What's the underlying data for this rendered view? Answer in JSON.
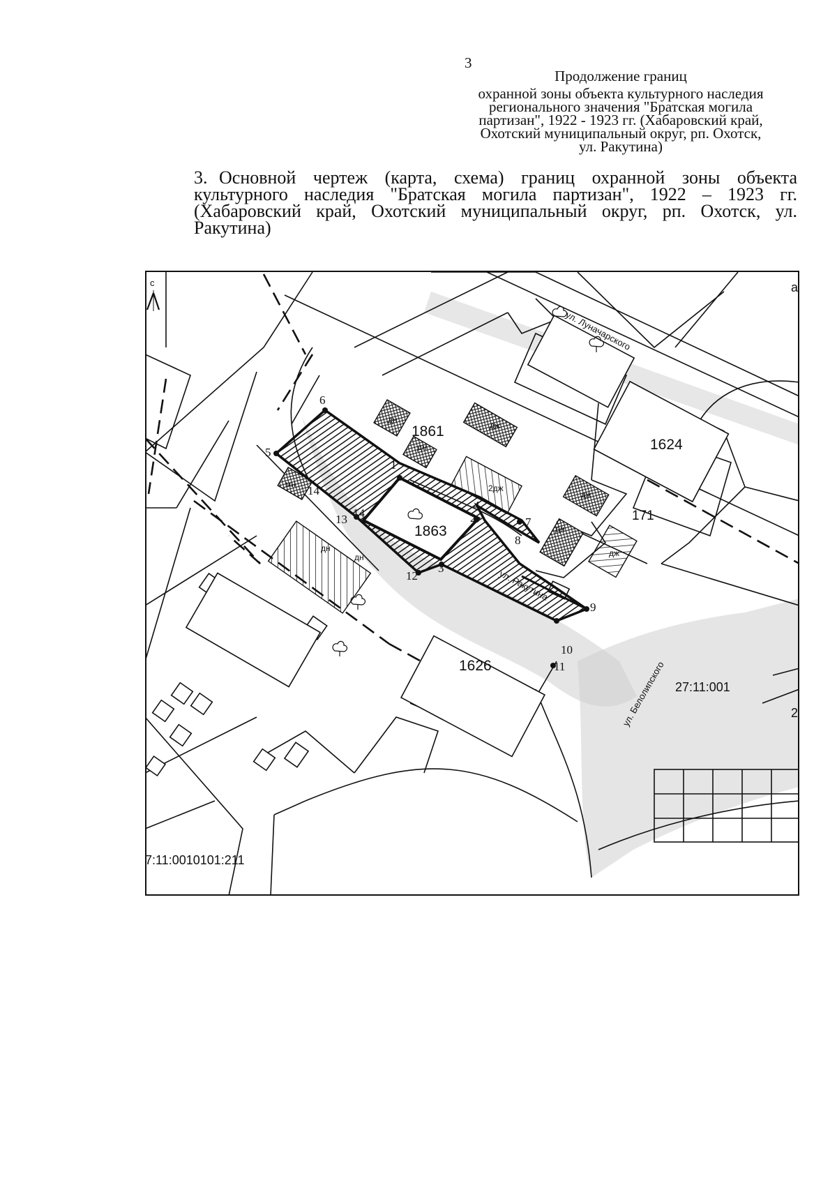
{
  "page_number": "3",
  "continuation_heading": "Продолжение границ",
  "continuation_lines": [
    "охранной зоны объекта культурного наследия",
    "регионального значения \"Братская могила",
    "партизан\", 1922 - 1923 гг. (Хабаровский край,",
    "Охотский муниципальный округ, рп. Охотск,",
    "ул. Ракутина)"
  ],
  "section_number": "3.",
  "section_text": "Основной чертеж (карта, схема) границ охранной зоны объекта культурного наследия \"Братская могила партизан\", 1922 – 1923 гг. (Хабаровский край, Охотский муниципальный округ, рп. Охотск, ул. Ракутина)",
  "map": {
    "north_letter": "с",
    "streets": {
      "lunacharskogo": "ул. Луначарского",
      "rakutina": "ул. Ракутина",
      "belolipskogo": "ул. Белолипского"
    },
    "parcels": [
      "1861",
      "1624",
      "1863",
      "1626",
      "171"
    ],
    "cadastral": [
      "27:11:001",
      "7:11:0010101:211"
    ],
    "building_codes": [
      "дн",
      "дж",
      "2дж",
      "мн",
      "дн",
      "дн",
      "дж",
      "дж",
      "дн",
      "дн"
    ],
    "points": [
      "6",
      "5",
      "14",
      "13",
      "12",
      "3",
      "1",
      "2",
      "7",
      "8",
      "9",
      "10",
      "11",
      "14",
      "4"
    ],
    "edge_marks": [
      "а",
      "2"
    ]
  },
  "colors": {
    "ink": "#111111",
    "hatch": "#111111",
    "shade": "#bdbdbd"
  }
}
